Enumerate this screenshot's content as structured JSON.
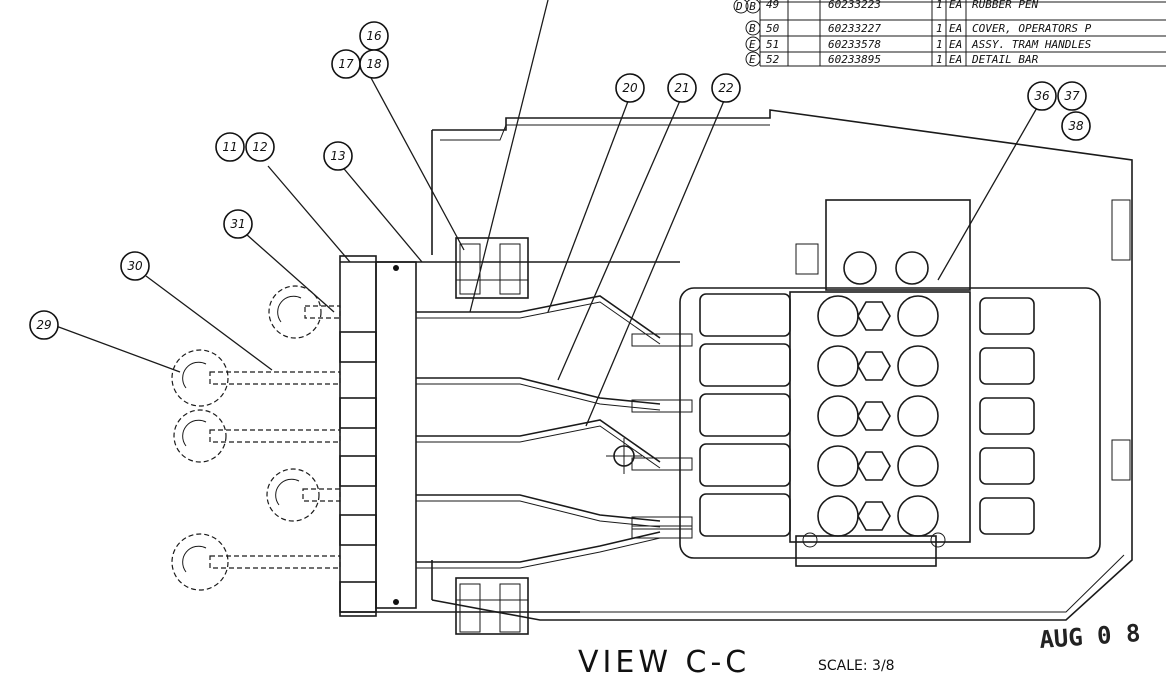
{
  "parts_table": {
    "rows": [
      {
        "rev": "D B",
        "item": "49",
        "part": "60233223",
        "qty": "1",
        "unit": "EA",
        "desc": "RUBBER PEN"
      },
      {
        "rev": "B",
        "item": "50",
        "part": "60233227",
        "qty": "1",
        "unit": "EA",
        "desc": "COVER, OPERATORS P"
      },
      {
        "rev": "E",
        "item": "51",
        "part": "60233578",
        "qty": "1",
        "unit": "EA",
        "desc": "ASSY. TRAM HANDLES"
      },
      {
        "rev": "E",
        "item": "52",
        "part": "60233895",
        "qty": "1",
        "unit": "EA",
        "desc": "DETAIL BAR"
      }
    ]
  },
  "callouts": [
    "16",
    "17",
    "18",
    "11",
    "12",
    "13",
    "31",
    "30",
    "29",
    "20",
    "21",
    "22",
    "36",
    "37",
    "38"
  ],
  "view_title": "VIEW C-C",
  "scale_label": "SCALE: 3/8",
  "date_stamp": "AUG 0 8"
}
